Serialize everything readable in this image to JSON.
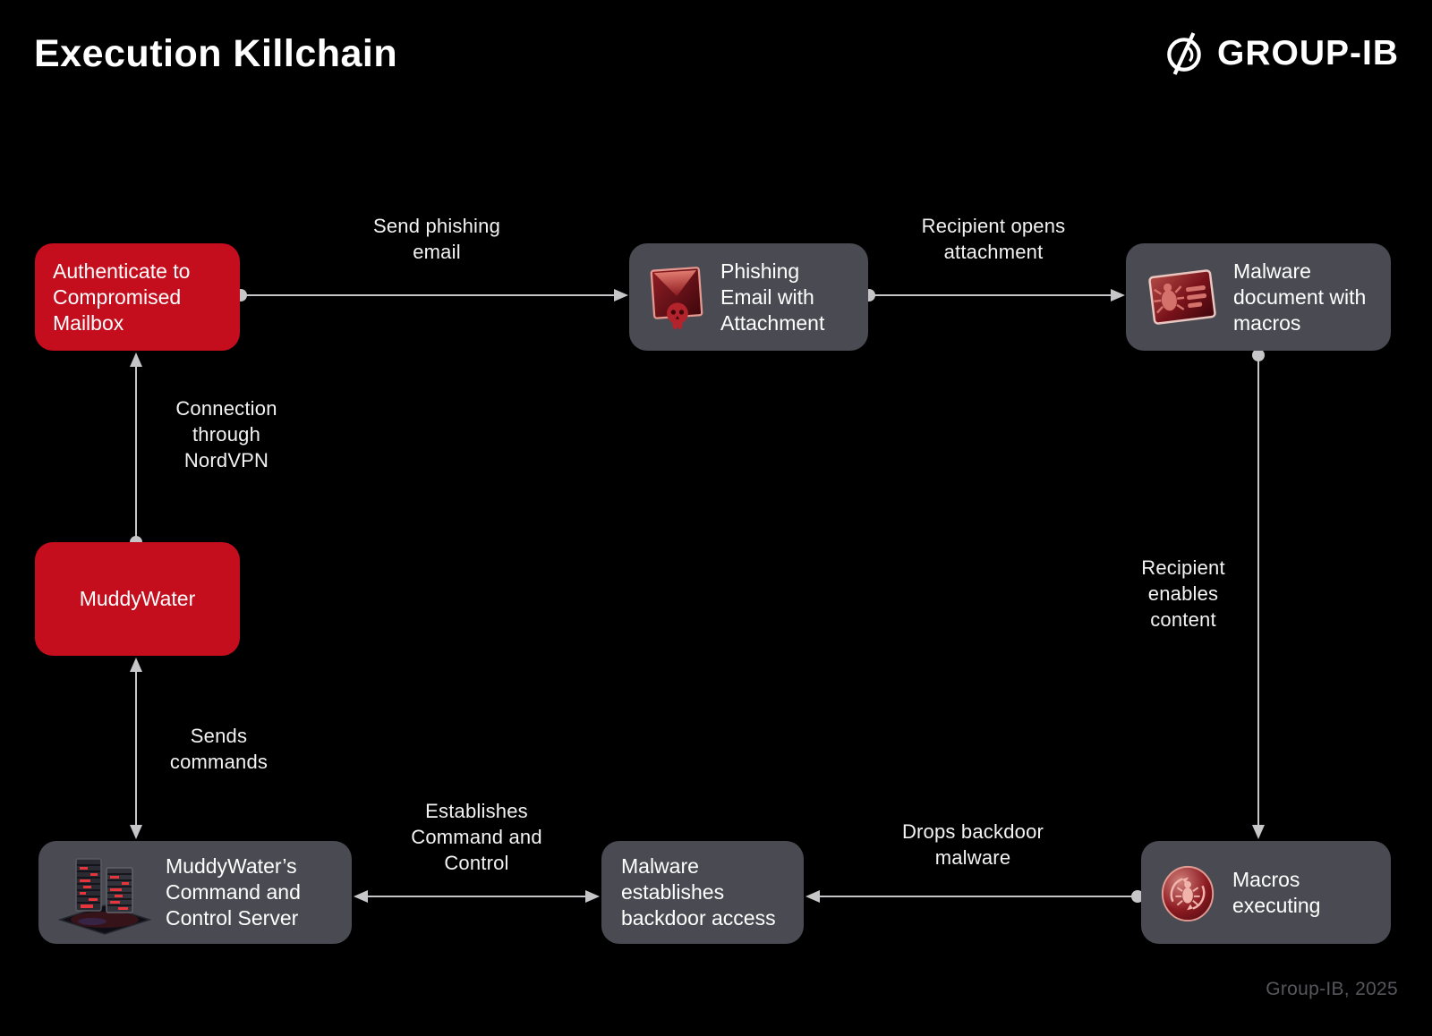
{
  "header": {
    "title": "Execution Killchain",
    "brand": "GROUP-IB"
  },
  "nodes": {
    "auth": {
      "label": "Authenticate to Compromised Mailbox",
      "style": "red"
    },
    "phishing": {
      "label": "Phishing Email with Attachment",
      "style": "gray",
      "icon": "phishing-email-icon"
    },
    "malware_doc": {
      "label": "Malware document with macros",
      "style": "gray",
      "icon": "malware-document-icon"
    },
    "muddywater": {
      "label": "MuddyWater",
      "style": "red"
    },
    "c2": {
      "label": "MuddyWater’s Command and Control Server",
      "style": "gray",
      "icon": "server-icon"
    },
    "backdoor": {
      "label": "Malware establishes backdoor access",
      "style": "gray"
    },
    "macros": {
      "label": "Macros executing",
      "style": "gray",
      "icon": "macros-icon"
    }
  },
  "edges": {
    "send_phishing": {
      "label": "Send phishing email",
      "from": "auth",
      "to": "phishing"
    },
    "recipient_opens": {
      "label": "Recipient opens attachment",
      "from": "phishing",
      "to": "malware_doc"
    },
    "nordvpn": {
      "label": "Connection through NordVPN",
      "from": "muddywater",
      "to": "auth"
    },
    "sends_commands": {
      "label": "Sends commands",
      "from": "muddywater",
      "to": "c2",
      "bidirectional": true
    },
    "enables_content": {
      "label": "Recipient enables content",
      "from": "malware_doc",
      "to": "macros"
    },
    "drops_backdoor": {
      "label": "Drops backdoor malware",
      "from": "macros",
      "to": "backdoor"
    },
    "establishes_c2": {
      "label": "Establishes Command and Control",
      "from": "backdoor",
      "to": "c2",
      "bidirectional": true
    }
  },
  "footer": {
    "credit": "Group-IB, 2025"
  },
  "colors": {
    "background": "#000000",
    "accent_red": "#C40D1D",
    "node_gray": "#4A4A52",
    "arrow": "#C6C6C8",
    "footer_text": "#56565C"
  }
}
